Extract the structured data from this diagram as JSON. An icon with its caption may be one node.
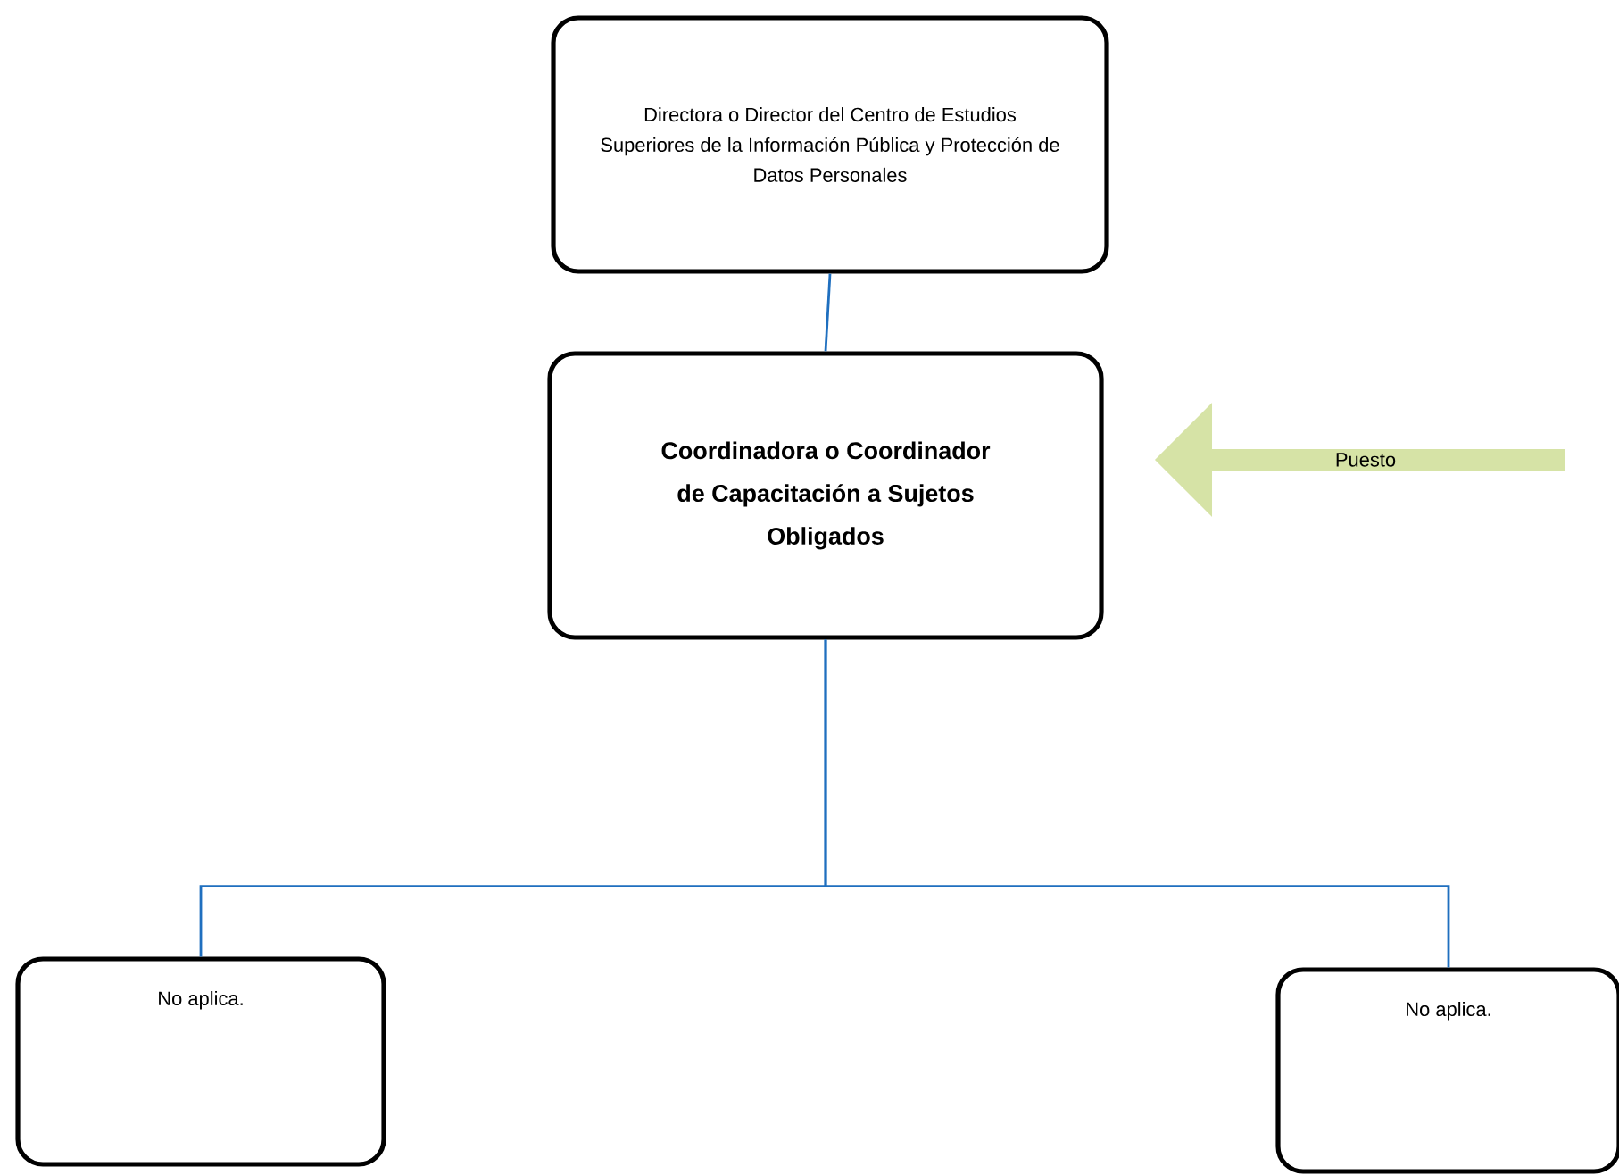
{
  "diagram": {
    "nodes": [
      {
        "text": [
          "Directora o Director del Centro de Estudios Superiores de la Información Pública y Protección de Datos Personales"
        ]
      },
      {
        "text": [
          "Coordinadora o Coordinador de Capacitación a Sujetos Obligados"
        ]
      },
      {
        "text": [
          "No aplica."
        ]
      },
      {
        "text": [
          "No aplica."
        ]
      },
      {
        "text": [
          "Puesto"
        ]
      }
    ],
    "edges": [
      {
        "from": 0,
        "to": 1,
        "arrow": "none"
      },
      {
        "from": 1,
        "to": 2,
        "arrow": "none"
      },
      {
        "from": 1,
        "to": 3,
        "arrow": "none"
      }
    ]
  }
}
